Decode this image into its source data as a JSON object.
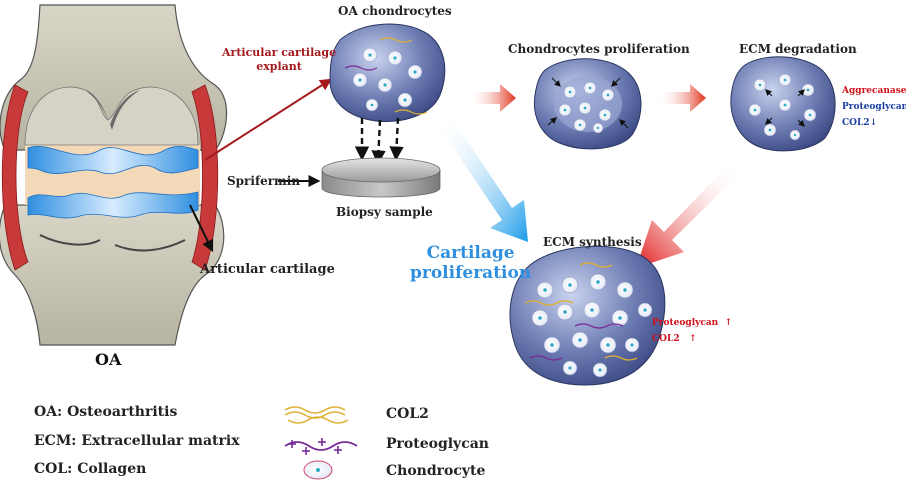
{
  "labels": {
    "oa_chondrocytes": "OA chondrocytes",
    "articular_cartilage_explant": "Articular cartilage\nexplant",
    "sprifermin": "Sprifermin",
    "biopsy_sample": "Biopsy sample",
    "chondrocytes_proliferation": "Chondrocytes proliferation",
    "ecm_degradation": "ECM degradation",
    "ecm_synthesis": "ECM synthesis",
    "cartilage_proliferation": "Cartilage\nproliferation",
    "articular_cartilage": "Articular cartilage",
    "oa": "OA"
  },
  "degradation_markers": [
    {
      "text": "Aggrecanase",
      "arrow": "↑",
      "color": "#d0101a"
    },
    {
      "text": "Proteoglycan",
      "arrow": "↓",
      "color": "#1b3fa0"
    },
    {
      "text": "COL2",
      "arrow": "↓",
      "color": "#1b3fa0"
    }
  ],
  "synthesis_markers": [
    {
      "text": "Proteoglycan",
      "arrow": "↑",
      "color": "#d0101a"
    },
    {
      "text": "COL2",
      "arrow": "↑",
      "color": "#d0101a"
    }
  ],
  "abbreviations": [
    "OA: Osteoarthritis",
    "ECM: Extracellular matrix",
    "COL: Collagen"
  ],
  "legend": [
    {
      "label": "COL2",
      "icon": "col2-fiber-icon"
    },
    {
      "label": "Proteoglycan",
      "icon": "proteoglycan-icon"
    },
    {
      "label": "Chondrocyte",
      "icon": "chondrocyte-icon"
    }
  ],
  "colors": {
    "explant_arrow": "#a3191c",
    "cartilage_blue": "#2f8fe0",
    "matrix": "#5a6aa0",
    "col2": "#e0b030",
    "proteoglycan": "#7a2b9a",
    "text_red": "#a3191c",
    "text_blue": "#2f8fe0"
  }
}
